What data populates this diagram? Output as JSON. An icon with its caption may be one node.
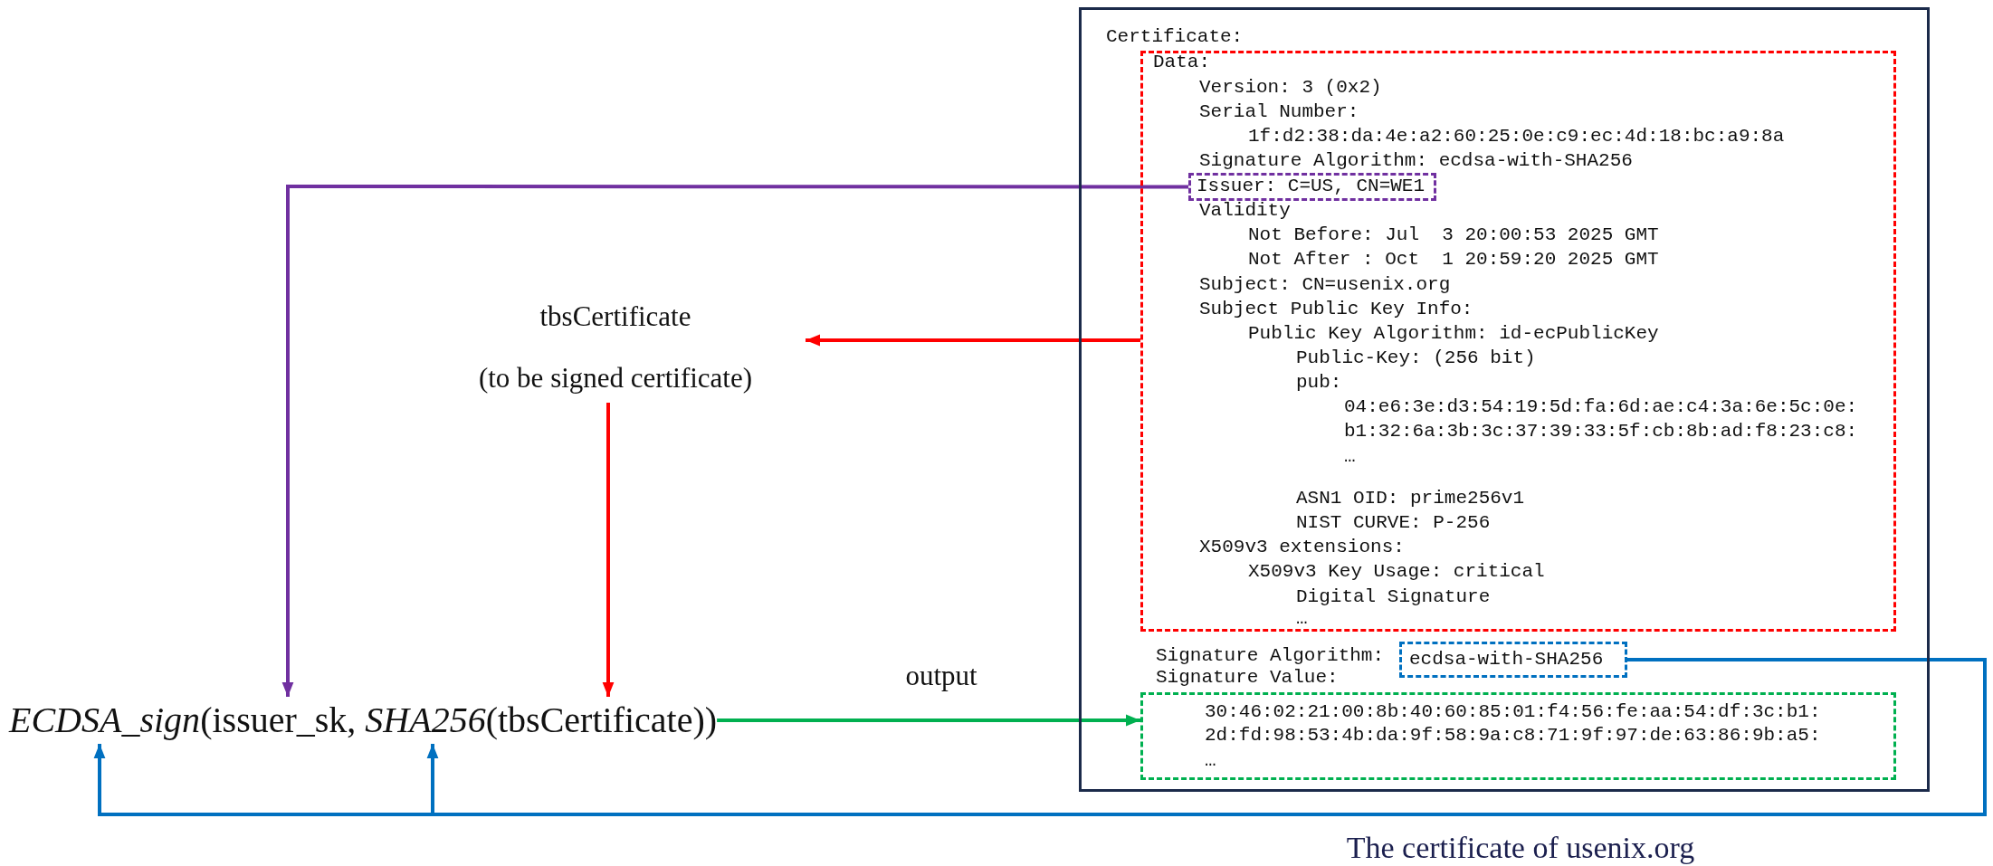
{
  "diagram": {
    "nodes": [
      {
        "text": [
          "Certificate:",
          "Signature Algorithm:",
          "Signature Value:"
        ],
        "beside": [
          "The certificate of usenix.org"
        ]
      },
      {
        "text": [
          "Data:",
          "Version: 3 (0x2)",
          "Serial Number:",
          "1f:d2:38:da:4e:a2:60:25:0e:c9:ec:4d:18:bc:a9:8a",
          "Signature Algorithm: ecdsa-with-SHA256",
          "Validity",
          "Not Before: Jul  3 20:00:53 2025 GMT",
          "Not After : Oct  1 20:59:20 2025 GMT",
          "Subject: CN=usenix.org",
          "Subject Public Key Info:",
          "Public Key Algorithm: id-ecPublicKey",
          "Public-Key: (256 bit)",
          "pub:",
          "04:e6:3e:d3:54:19:5d:fa:6d:ae:c4:3a:6e:5c:0e:",
          "b1:32:6a:3b:3c:37:39:33:5f:cb:8b:ad:f8:23:c8:",
          "…",
          "ASN1 OID: prime256v1",
          "NIST CURVE: P-256",
          "X509v3 extensions:",
          "X509v3 Key Usage: critical",
          "Digital Signature",
          "…"
        ],
        "in": 0
      },
      {
        "text": [
          "Issuer: C=US, CN=WE1"
        ],
        "in": 1
      },
      {
        "text": [
          "ecdsa-with-SHA256"
        ],
        "in": 0
      },
      {
        "text": [
          "30:46:02:21:00:8b:40:60:85:01:f4:56:fe:aa:54:df:3c:b1:",
          "2d:fd:98:53:4b:da:9f:58:9a:c8:71:9f:97:de:63:86:9b:a5:",
          "…"
        ],
        "in": 0
      },
      {
        "text": [
          "tbsCertificate",
          "(to be signed certificate)"
        ]
      },
      {
        "text": [
          "*ECDSA_sign*(issuer_sk, *SHA256*(tbsCertificate))"
        ]
      }
    ],
    "edges": [
      {
        "from": 1,
        "to": 5,
        "arrow": "to",
        "color": "#ff0000"
      },
      {
        "from": 5,
        "to": 6,
        "arrow": "to",
        "color": "#ff0000"
      },
      {
        "from": 2,
        "to": 6,
        "arrow": "to",
        "color": "#7030a0"
      },
      {
        "from": 6,
        "to": 4,
        "arrow": "to",
        "label": "output",
        "color": "#00b050"
      },
      {
        "from": 3,
        "to": 6,
        "arrow": "to",
        "color": "#0070c0"
      },
      {
        "from": 3,
        "to": 6,
        "arrow": "to",
        "color": "#0070c0"
      }
    ]
  }
}
